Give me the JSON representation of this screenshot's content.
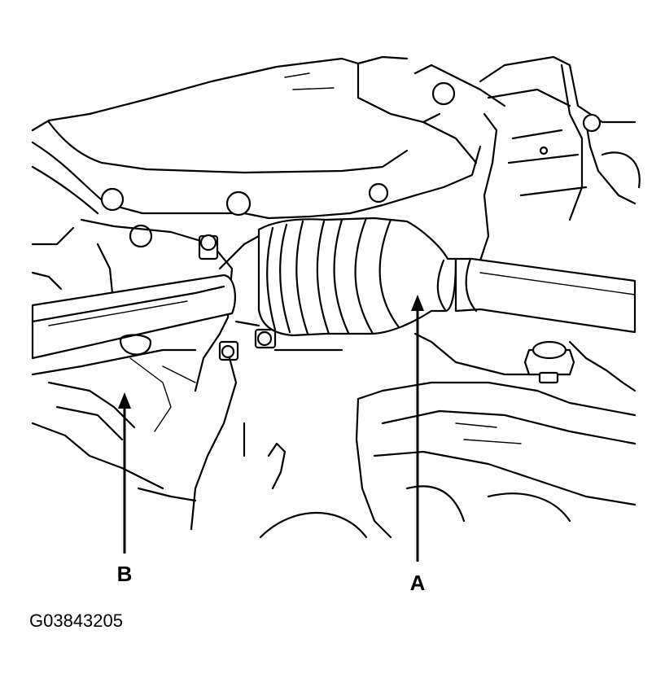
{
  "figure": {
    "callouts": [
      {
        "id": "A",
        "label": "A"
      },
      {
        "id": "B",
        "label": "B"
      }
    ],
    "figure_code": "G03843205"
  },
  "colors": {
    "ink": "#000000",
    "paper": "#ffffff"
  }
}
